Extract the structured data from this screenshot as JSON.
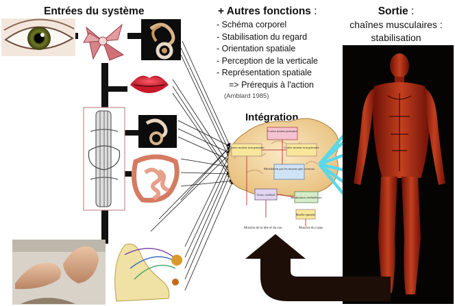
{
  "inputs": {
    "title": "Entrées du système"
  },
  "functions": {
    "title": "+ Autres fonctions",
    "colon": ":",
    "items": [
      "- Schéma corporel",
      "- Stabilisation du regard",
      "- Orientation spatiale",
      "- Perception de la verticale",
      "- Représentation spatiale"
    ],
    "conclusion": "=> Prérequis à l'action",
    "citation": "(Amblard 1985)"
  },
  "output": {
    "title": "Sortie",
    "colon": " :",
    "line2": "chaînes musculaires :",
    "line3": "stabilisation"
  },
  "integration": {
    "title": "Intégration",
    "brain_labels": {
      "motor_primary": "Cortex moteur primaire",
      "motor_left": "Cortex moteur non primaire",
      "motor_right": "Cortex moteur non primaire",
      "basal": "Modulation par les noyaux gris centraux",
      "trunk": "Tronc cérébral",
      "cerebellar": "Modulation cérébelleuse",
      "spinal": "Moelle épinière",
      "muscles_head": "Muscles de la tête et du cou",
      "muscles_body": "Muscles du corps"
    }
  },
  "colors": {
    "arrow_cyan": "#5ad8ea",
    "feedback_arrow": "#1e0e08",
    "connector": "#111111",
    "frame_border": "#c58a8a"
  }
}
